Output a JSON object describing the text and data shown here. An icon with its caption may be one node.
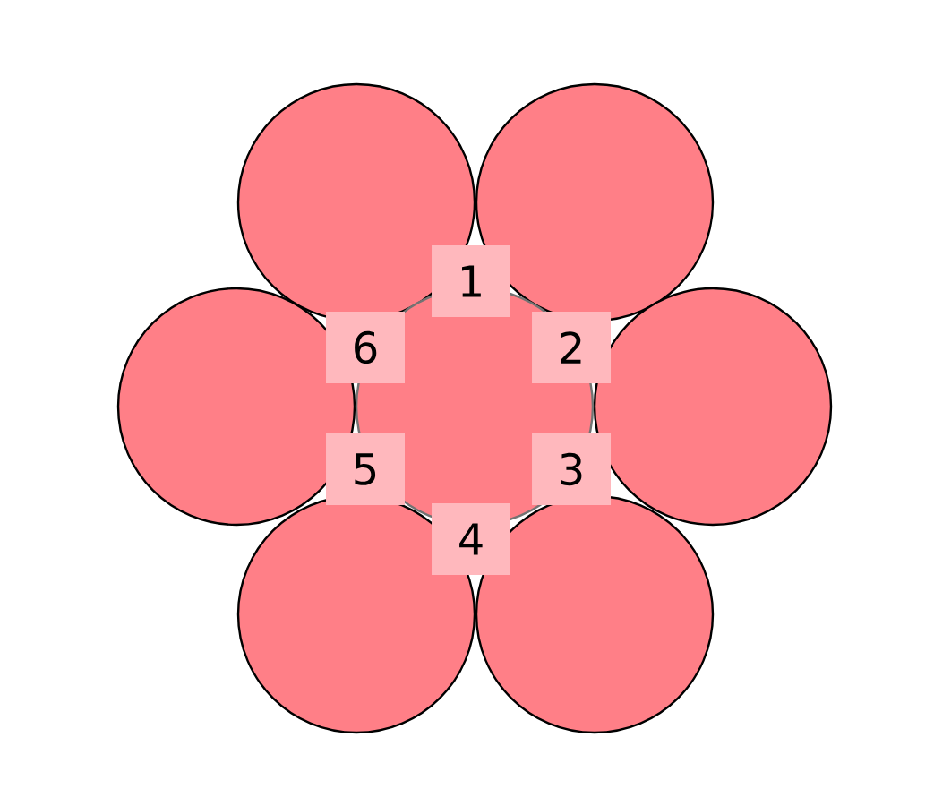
{
  "diagram": {
    "nodes": [
      {
        "text": [],
        "shape": "circle"
      },
      {
        "text": [],
        "shape": "circle"
      },
      {
        "text": [],
        "shape": "circle"
      },
      {
        "text": [],
        "shape": "circle"
      },
      {
        "text": [],
        "shape": "circle"
      },
      {
        "text": [],
        "shape": "circle"
      },
      {
        "text": [],
        "shape": "circle"
      }
    ],
    "labels": [
      "1",
      "2",
      "3",
      "4",
      "5",
      "6"
    ]
  }
}
